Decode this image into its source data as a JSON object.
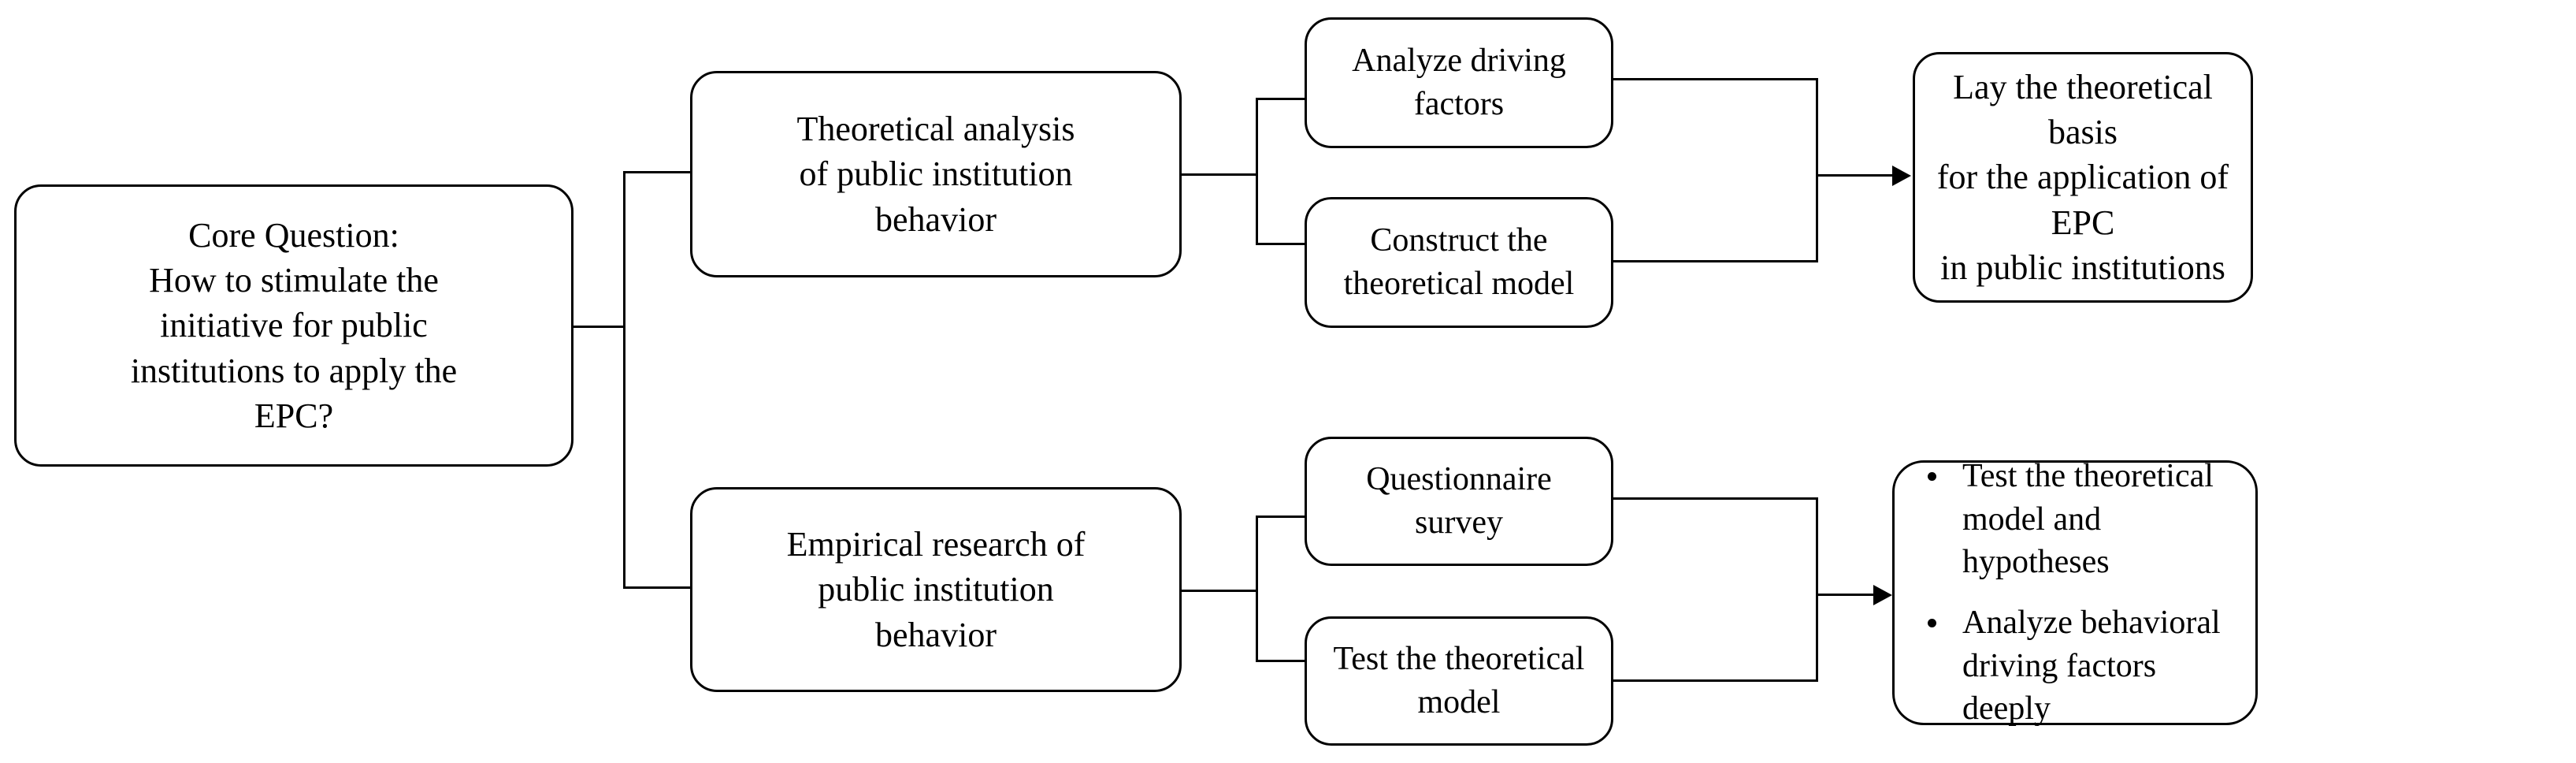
{
  "diagram": {
    "title": "Research framework for stimulating public institution initiative to apply EPC",
    "background_color": "#ffffff",
    "line_color": "#000000",
    "text_color": "#000000",
    "nodes": {
      "core_question": "Core Question:\nHow to stimulate the\ninitiative for public\ninstitutions to apply the\nEPC?",
      "theoretical_analysis": "Theoretical analysis\nof public institution\nbehavior",
      "empirical_research": "Empirical research of\npublic institution\nbehavior",
      "analyze_driving_factors": "Analyze driving\nfactors",
      "construct_theoretical_model": "Construct the\ntheoretical model",
      "questionnaire_survey": "Questionnaire\nsurvey",
      "test_theoretical_model": "Test the theoretical\nmodel",
      "lay_theoretical_basis": "Lay the theoretical basis\nfor the application of EPC\nin public institutions",
      "outcomes": [
        "Test the theoretical model and hypotheses",
        "Analyze behavioral driving factors deeply"
      ]
    }
  }
}
